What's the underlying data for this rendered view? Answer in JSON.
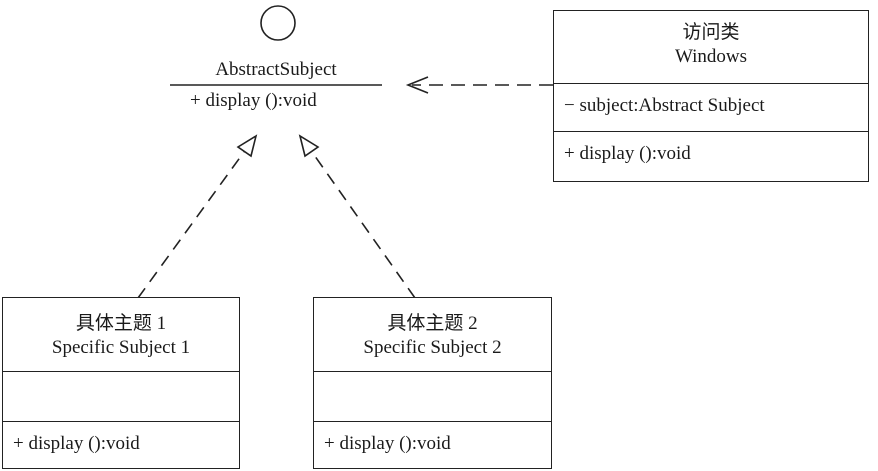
{
  "interface": {
    "name": "AbstractSubject",
    "method": "+ display ():void"
  },
  "visitor": {
    "title_cn": "访问类",
    "title_en": "Windows",
    "attribute": "− subject:Abstract Subject",
    "method": "+ display ():void"
  },
  "subject1": {
    "title_cn": "具体主题 1",
    "title_en": "Specific Subject 1",
    "method": "+ display ():void"
  },
  "subject2": {
    "title_cn": "具体主题 2",
    "title_en": "Specific Subject 2",
    "method": "+ display ():void"
  },
  "relations": [
    {
      "from": "subject1",
      "to": "interface",
      "type": "realization"
    },
    {
      "from": "subject2",
      "to": "interface",
      "type": "realization"
    },
    {
      "from": "visitor",
      "to": "interface",
      "type": "dependency"
    }
  ]
}
